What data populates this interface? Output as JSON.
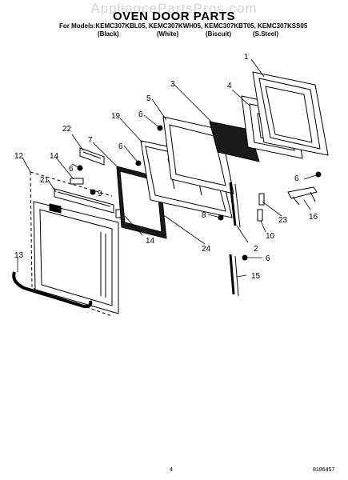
{
  "watermark": "AppliancePartsPros.com",
  "title": "OVEN DOOR PARTS",
  "models_line": "For Models:KEMC307KBL05, KEMC307KWH05, KEMC307KBT05, KEMC307KSS05",
  "colors": [
    "(Black)",
    "(White)",
    "(Biscuit)",
    "(S.Steel)"
  ],
  "callouts": [
    "1",
    "2",
    "3",
    "4",
    "5",
    "6",
    "6",
    "6",
    "6",
    "6",
    "7",
    "8",
    "9",
    "10",
    "12",
    "13",
    "14",
    "14",
    "15",
    "16",
    "19",
    "21",
    "22",
    "23",
    "24"
  ],
  "footer": {
    "page": "4",
    "doc_number": "8186457"
  },
  "colors_style": {
    "ink": "#000000",
    "watermark": "#d4d4d4",
    "glass": "#1a1a1a"
  }
}
